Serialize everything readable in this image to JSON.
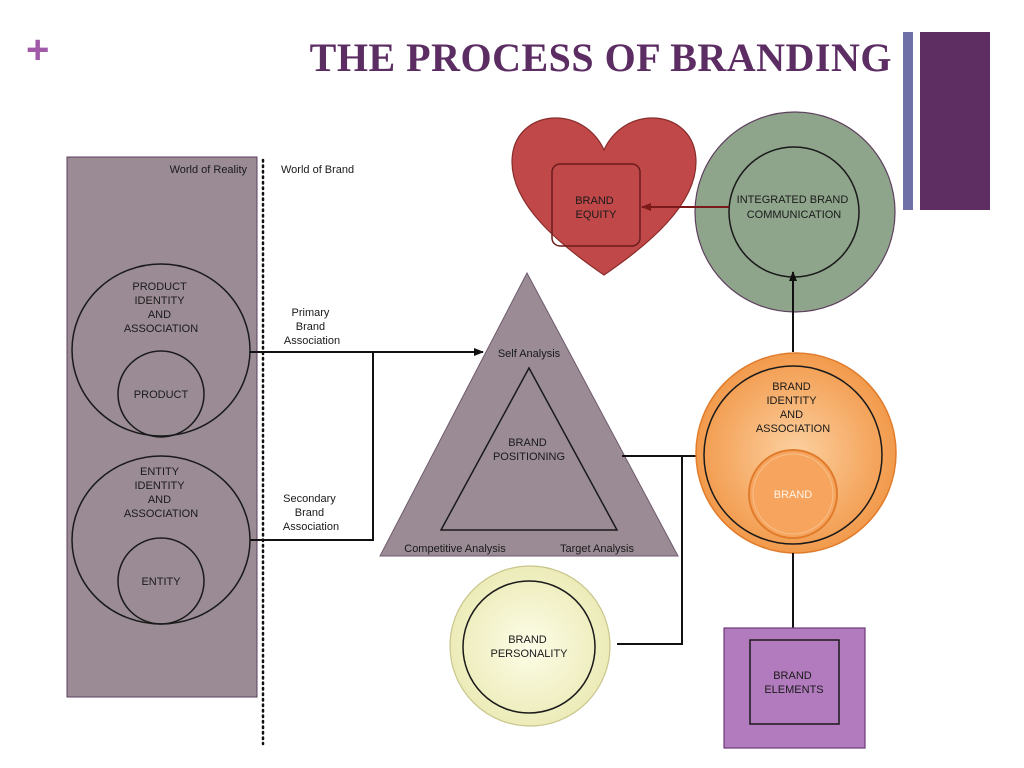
{
  "slide": {
    "plus_symbol": "+",
    "title": "THE PROCESS OF BRANDING"
  },
  "diagram": {
    "world_reality": "World of Reality",
    "world_brand": "World of Brand",
    "product_identity": [
      "PRODUCT",
      "IDENTITY",
      "AND",
      "ASSOCIATION"
    ],
    "product": "PRODUCT",
    "entity_identity": [
      "ENTITY",
      "IDENTITY",
      "AND",
      "ASSOCIATION"
    ],
    "entity": "ENTITY",
    "primary_association": [
      "Primary",
      "Brand",
      "Association"
    ],
    "secondary_association": [
      "Secondary",
      "Brand",
      "Association"
    ],
    "self_analysis": "Self Analysis",
    "brand_positioning": [
      "BRAND",
      "POSITIONING"
    ],
    "competitive_analysis": "Competitive Analysis",
    "target_analysis": "Target Analysis",
    "brand_equity": [
      "BRAND",
      "EQUITY"
    ],
    "integrated_communication": [
      "INTEGRATED BRAND",
      "COMMUNICATION"
    ],
    "brand_identity": [
      "BRAND",
      "IDENTITY",
      "AND",
      "ASSOCIATION"
    ],
    "brand": "BRAND",
    "brand_personality": [
      "BRAND",
      "PERSONALITY"
    ],
    "brand_elements": [
      "BRAND",
      "ELEMENTS"
    ]
  },
  "colors": {
    "title": "#5c2d63",
    "plus": "#a05aa8",
    "reality_panel": "#9a8b95",
    "triangle": "#9a8b95",
    "heart": "#c04848",
    "communication": "#8ea58c",
    "brand_identity": "#f2a65a",
    "personality": "#f2f2cc",
    "elements": "#b27bbd"
  }
}
